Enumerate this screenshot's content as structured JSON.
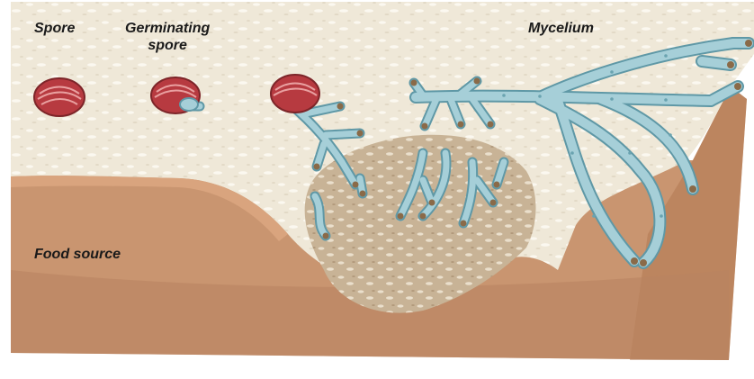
{
  "labels": {
    "spore": "Spore",
    "germinating_line1": "Germinating",
    "germinating_line2": "spore",
    "mycelium": "Mycelium",
    "food_source": "Food source"
  },
  "colors": {
    "bread_surface": "#efe8d8",
    "crust": "#c99570",
    "crust_dark": "#b07852",
    "digested_area": "#c8b396",
    "spore": "#b73a40",
    "spore_stripe": "#e9a0a0",
    "hypha": "#a6cfd8",
    "hypha_outline": "#5f98a6",
    "hypha_tip": "#8a6a48"
  }
}
